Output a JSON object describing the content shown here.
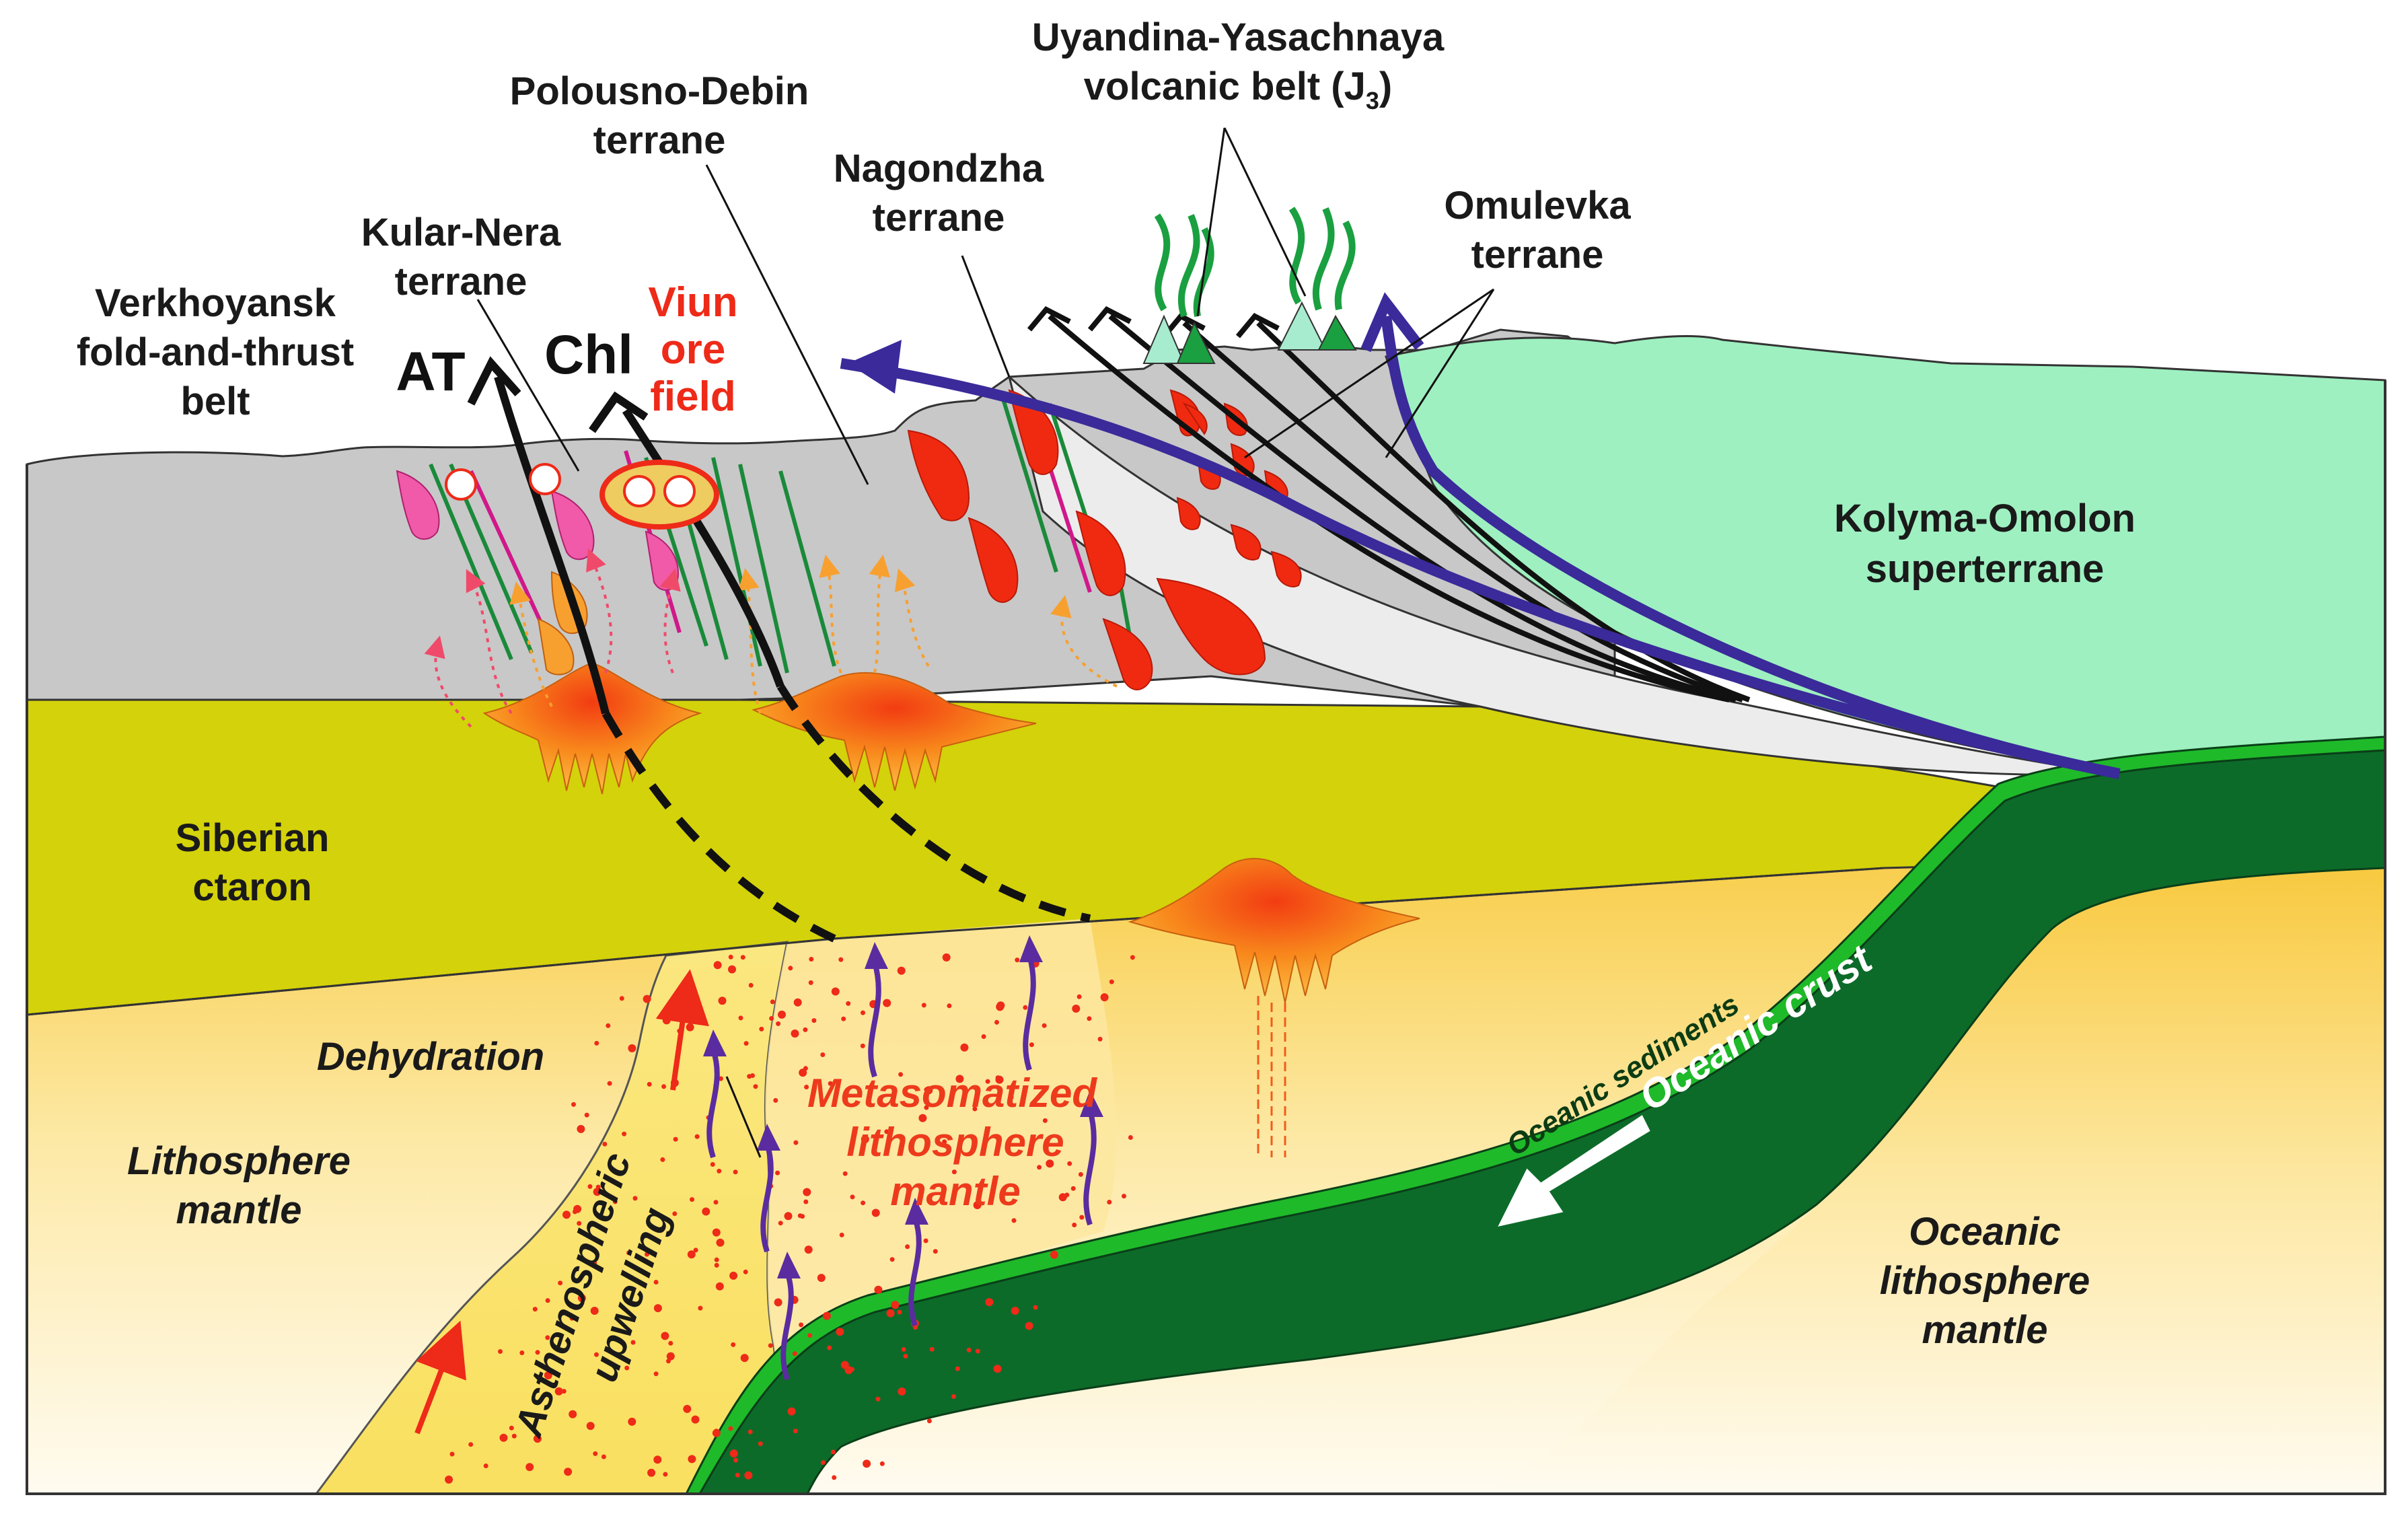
{
  "labels": {
    "uyandina_1": "Uyandina-Yasachnaya",
    "uyandina_2": "volcanic belt (J",
    "uyandina_sub": "3",
    "uyandina_close": ")",
    "polousno_1": "Polousno-Debin",
    "polousno_2": "terrane",
    "nagondzha_1": "Nagondzha",
    "nagondzha_2": "terrane",
    "omulevka_1": "Omulevka",
    "omulevka_2": "terrane",
    "kularnera_1": "Kular-Nera",
    "kularnera_2": "terrane",
    "verkhoyansk_1": "Verkhoyansk",
    "verkhoyansk_2": "fold-and-thrust",
    "verkhoyansk_3": "belt",
    "at": "AT",
    "chl": "Chl",
    "viun_1": "Viun",
    "viun_2": "ore",
    "viun_3": "field",
    "kolyma_1": "Kolyma-Omolon",
    "kolyma_2": "superterrane",
    "siberian_1": "Siberian",
    "siberian_2": "ctaron",
    "dehydration": "Dehydration",
    "metaso_1": "Metasomatized",
    "metaso_2": "lithosphere",
    "metaso_3": "mantle",
    "litho_1": "Lithosphere",
    "litho_2": "mantle",
    "astheno_1": "Asthenospheric",
    "astheno_2": "upwelling",
    "oceanic_sediments": "Oceanic sediments",
    "oceanic_crust": "Oceanic crust",
    "oceanic_litho_1": "Oceanic",
    "oceanic_litho_2": "lithosphere",
    "oceanic_litho_3": "mantle"
  },
  "colors": {
    "grey_terrane": "#c8c8c8",
    "kolyma": "#9ef0c0",
    "siberian": "#d4d20a",
    "mantle_top": "#f8cd4a",
    "mantle_bottom": "#fff9ea",
    "asthenosphere": "#fbe36a",
    "oceanic_sediments": "#1fba2a",
    "oceanic_crust": "#0d6b2a",
    "fault_blue": "#3a2a9a",
    "magma_red": "#f02a10",
    "label_red": "#ee2a18"
  }
}
